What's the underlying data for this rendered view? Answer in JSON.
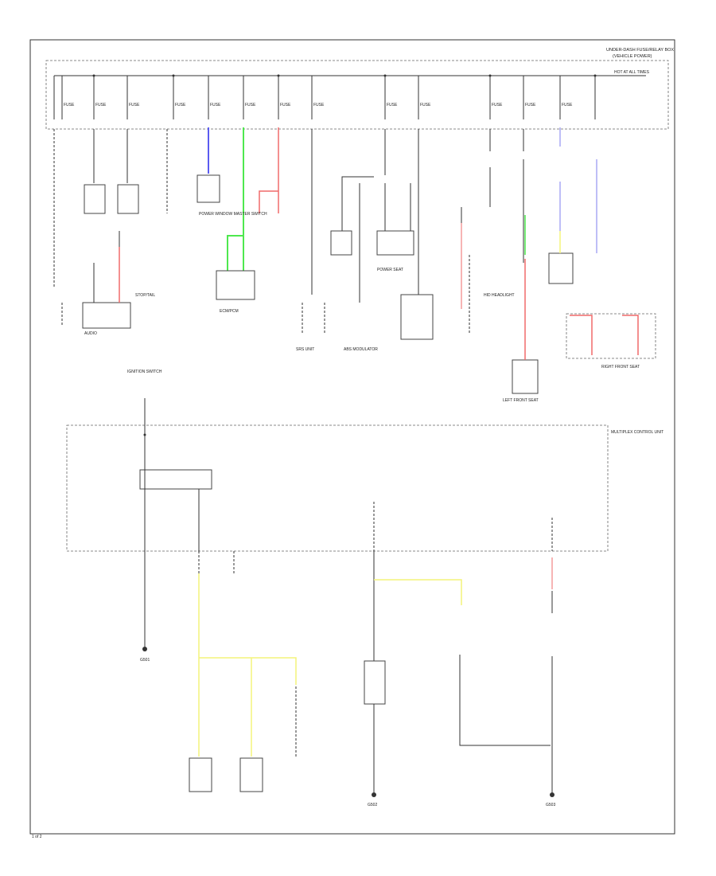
{
  "labels": {
    "fusebox_title_1": "UNDER-DASH FUSE/RELAY BOX",
    "fusebox_title_2": "(VEHICLE POWER)",
    "fusebox_header": "HOT AT ALL TIMES",
    "fuses": [
      "FUSE",
      "FUSE",
      "FUSE",
      "FUSE",
      "FUSE",
      "FUSE",
      "FUSE",
      "FUSE",
      "FUSE",
      "FUSE",
      "FUSE",
      "FUSE",
      "FUSE"
    ],
    "comp_a": "AUDIO",
    "comp_b": "STOP/TAIL",
    "comp_c": "POWER WINDOW MASTER SWITCH",
    "comp_d": "ECM/PCM",
    "comp_e": "SRS UNIT",
    "comp_f": "ABS MODULATOR",
    "comp_g": "POWER SEAT",
    "comp_h": "HID HEADLIGHT",
    "comp_i": "LEFT FRONT SEAT",
    "comp_j": "RIGHT FRONT SEAT",
    "ign_switch": "IGNITION SWITCH",
    "bottom_box": "MULTIPLEX CONTROL UNIT",
    "g1": "G501",
    "g2": "G502",
    "g3": "G503",
    "page_no": "1 of 2"
  },
  "colors": {
    "blue": "#5b5bf0",
    "green": "#4ee84e",
    "red": "#f06a6a",
    "pink": "#f49a9a",
    "yellow": "#f4f47a",
    "lavender": "#a9a9f4",
    "line": "#333333"
  }
}
